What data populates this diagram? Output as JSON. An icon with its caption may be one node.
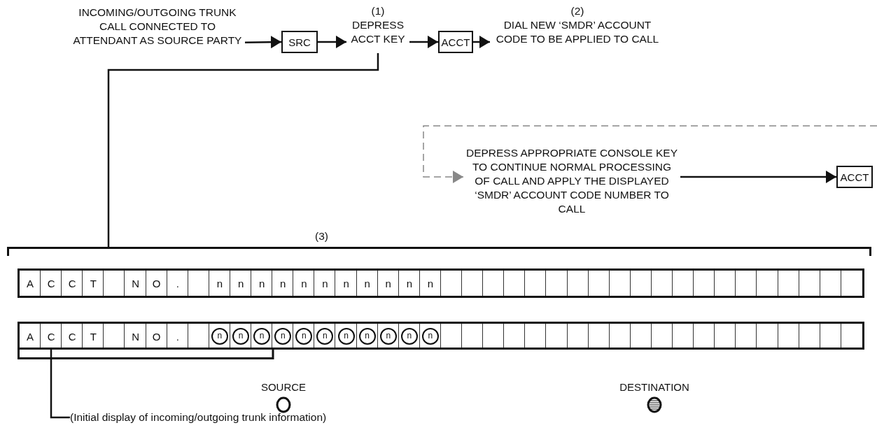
{
  "diagram": {
    "nodes": [
      {
        "text": [
          "INCOMING/OUTGOING TRUNK CALL CONNECTED TO ATTENDANT AS SOURCE PARTY"
        ]
      },
      {
        "text": [
          "SRC"
        ]
      },
      {
        "text": [
          "(1)",
          "DEPRESS ACCT KEY"
        ]
      },
      {
        "text": [
          "ACCT"
        ]
      },
      {
        "text": [
          "(2)",
          "DIAL NEW ‘SMDR’ ACCOUNT CODE TO BE APPLIED TO CALL"
        ]
      },
      {
        "text": [
          "DEPRESS APPROPRIATE CONSOLE KEY TO CONTINUE NORMAL PROCESSING OF CALL AND APPLY THE DISPLAYED ‘SMDR’ ACCOUNT CODE NUMBER TO CALL"
        ]
      },
      {
        "text": [
          "ACCT"
        ]
      },
      {
        "text": [
          "(3)"
        ]
      },
      {
        "text": [],
        "shape": "box",
        "in": 7
      },
      {
        "text": [],
        "shape": "box",
        "in": 7
      },
      {
        "text": [
          "(Initial display of incoming/outgoing trunk information)"
        ]
      }
    ],
    "edges": [
      {
        "from": 0,
        "to": 1,
        "arrow": "to"
      },
      {
        "from": 1,
        "to": 2,
        "arrow": "to"
      },
      {
        "from": 2,
        "to": 3,
        "arrow": "to"
      },
      {
        "from": 3,
        "to": 4,
        "arrow": "to"
      },
      {
        "from": 2,
        "to": 7,
        "arrow": "none"
      },
      {
        "from": null,
        "to": 5,
        "arrow": "to",
        "style": "dashed",
        "color": "#888888"
      },
      {
        "from": 5,
        "to": 6,
        "arrow": "to"
      },
      {
        "from": 10,
        "to": 9,
        "arrow": "none"
      }
    ],
    "labels": [
      "A",
      "C",
      "C",
      "T",
      "N",
      "O",
      ".",
      "n",
      "n",
      "n",
      "n",
      "n",
      "n",
      "n",
      "n",
      "n",
      "n",
      "n",
      "A",
      "C",
      "C",
      "T",
      "N",
      "O",
      ".",
      "n",
      "n",
      "n",
      "n",
      "n",
      "n",
      "n",
      "n",
      "n",
      "n",
      "n"
    ],
    "legend": [
      {
        "text": "SOURCE"
      },
      {
        "text": "DESTINATION"
      }
    ]
  }
}
